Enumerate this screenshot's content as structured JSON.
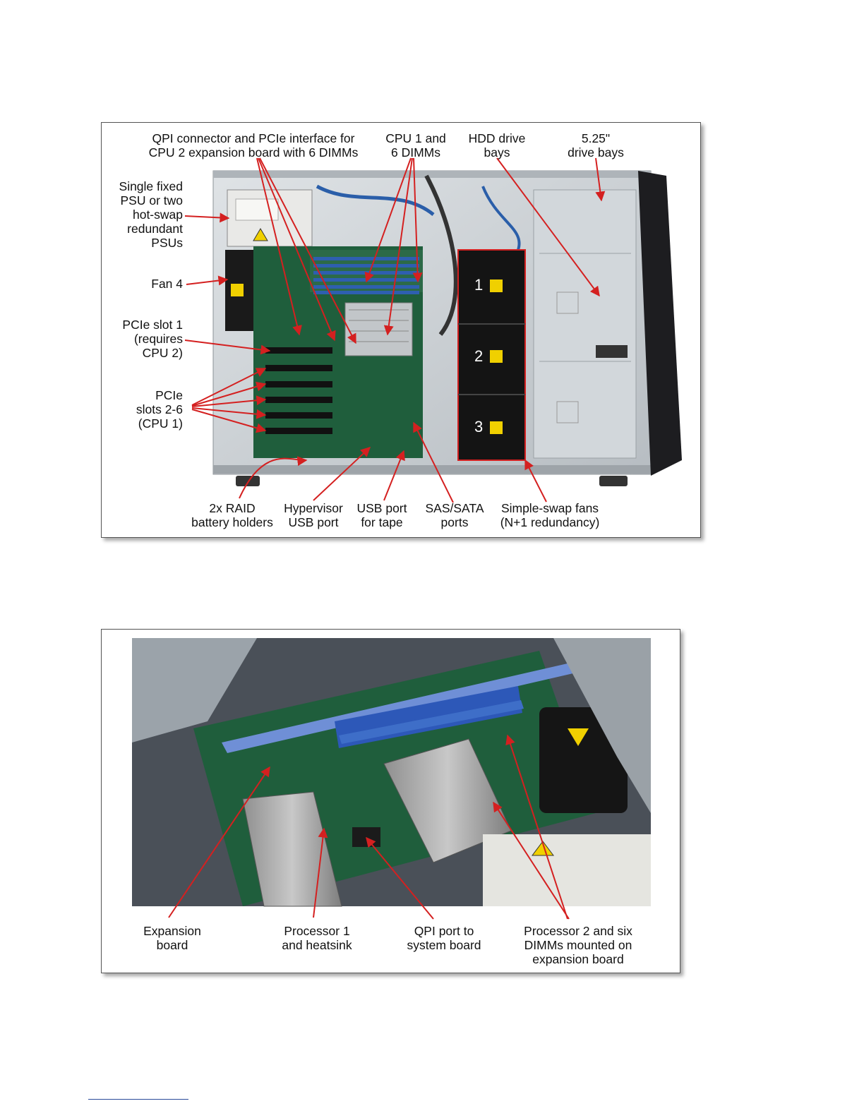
{
  "figure1": {
    "labels": {
      "qpi": "QPI connector and PCIe interface for\nCPU 2 expansion board with 6 DIMMs",
      "cpu1": "CPU 1 and\n6 DIMMs",
      "hdd": "HDD drive\nbays",
      "bays525": "5.25\"\ndrive bays",
      "psu": "Single fixed\nPSU or two\nhot-swap\nredundant\nPSUs",
      "fan4": "Fan 4",
      "pcie1": "PCIe slot 1\n(requires\nCPU 2)",
      "pcie26": "PCIe\nslots 2-6\n(CPU 1)",
      "raid": "2x RAID\nbattery holders",
      "hyper": "Hypervisor\nUSB port",
      "usbtape": "USB port\nfor tape",
      "sas": "SAS/SATA\nports",
      "fans": "Simple-swap fans\n(N+1 redundancy)",
      "fan_num_1": "1",
      "fan_num_2": "2",
      "fan_num_3": "3"
    }
  },
  "figure2": {
    "labels": {
      "expansion": "Expansion\nboard",
      "proc1": "Processor 1\nand heatsink",
      "qpi_port": "QPI port to\nsystem board",
      "proc2": "Processor 2 and six\nDIMMs mounted on\nexpansion board"
    }
  },
  "colors": {
    "arrow": "#d42020",
    "board_green": "#1f5e3c",
    "chassis": "#c9ced3",
    "fan_black": "#141414"
  }
}
